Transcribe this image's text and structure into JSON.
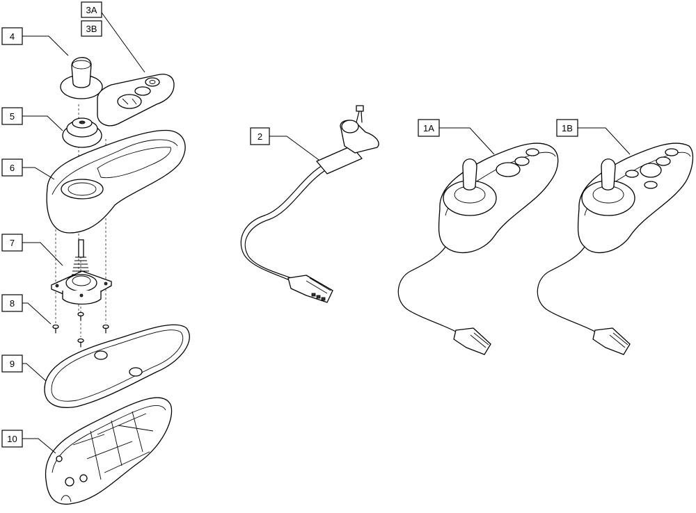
{
  "callouts": {
    "c3a": "3A",
    "c3b": "3B",
    "c4": "4",
    "c5": "5",
    "c6": "6",
    "c7": "7",
    "c8": "8",
    "c9": "9",
    "c10": "10",
    "c2": "2",
    "c1a": "1A",
    "c1b": "1B"
  }
}
